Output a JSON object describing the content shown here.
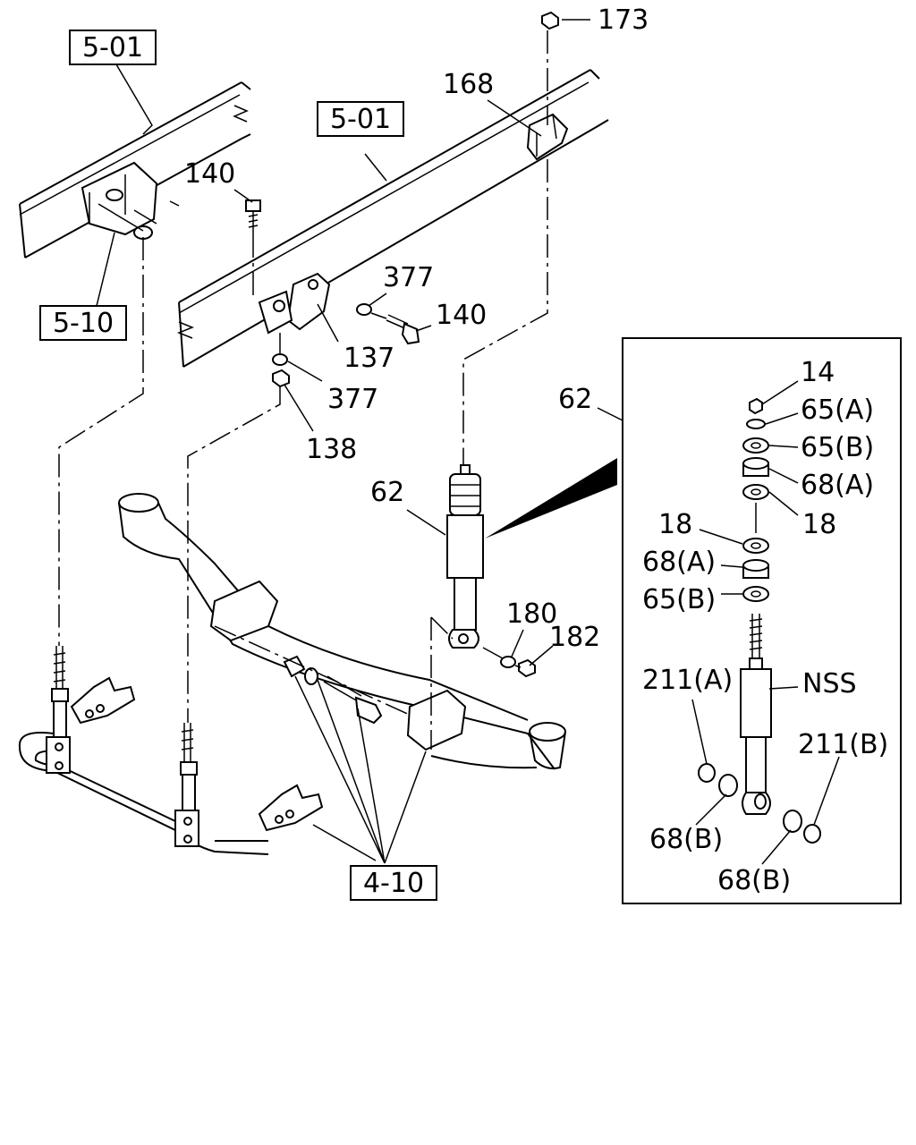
{
  "callouts": {
    "ref_5_01_left": "5-01",
    "ref_5_01_right": "5-01",
    "ref_5_10": "5-10",
    "ref_4_10": "4-10",
    "n173": "173",
    "n168": "168",
    "n140_top": "140",
    "n377_top": "377",
    "n140_right": "140",
    "n137": "137",
    "n377_bottom": "377",
    "n138": "138",
    "n62_main": "62",
    "n180": "180",
    "n182": "182"
  },
  "inset": {
    "title": "62",
    "labels": {
      "n14": "14",
      "n65a_top": "65(A)",
      "n65b_top": "65(B)",
      "n68a_top": "68(A)",
      "n18_right": "18",
      "n18_left": "18",
      "n68a_left": "68(A)",
      "n65b_left": "65(B)",
      "n211a": "211(A)",
      "nss": "NSS",
      "n211b": "211(B)",
      "n68b_left": "68(B)",
      "n68b_bottom": "68(B)"
    }
  }
}
